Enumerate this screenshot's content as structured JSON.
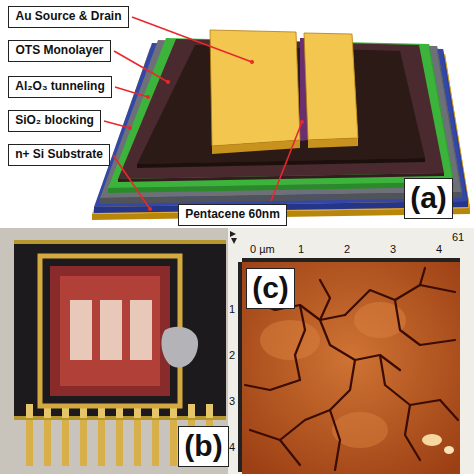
{
  "diagram": {
    "nodes": [
      {
        "text": [
          "Au Source & Drain"
        ]
      },
      {
        "text": [
          "OTS Monolayer"
        ]
      },
      {
        "text": [
          "Al₂O₃ tunneling"
        ]
      },
      {
        "text": [
          "SiO₂ blocking"
        ]
      },
      {
        "text": [
          "n+ Si Substrate"
        ]
      },
      {
        "text": [
          "Pentacene 60nm"
        ]
      },
      {
        "text": [
          "(a)"
        ]
      },
      {
        "text": [
          "(b)"
        ]
      },
      {
        "text": [
          "(c)"
        ]
      }
    ],
    "labels": [
      "0 µm",
      "1",
      "2",
      "3",
      "4",
      "1",
      "2",
      "3",
      "4",
      "61"
    ]
  }
}
